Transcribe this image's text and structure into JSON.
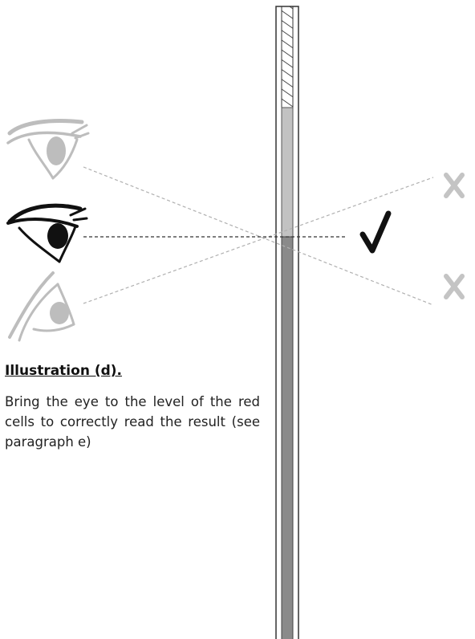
{
  "caption": {
    "title": "Illustration (d).",
    "body": "Bring the eye to the level of the red cells to correctly read the result (see paragraph e)"
  },
  "colors": {
    "eye_correct": "#111111",
    "eye_incorrect": "#bdbdbd",
    "mark_correct": "#111111",
    "mark_incorrect": "#c4c4c4",
    "red_cell_column": "#8a8a8a",
    "plasma_column": "#c2c2c2",
    "sight_line_correct": "#333333",
    "sight_line_incorrect": "#b0b0b0"
  },
  "viewpoints": [
    {
      "position": "above",
      "result": "incorrect",
      "icon": "eye-icon"
    },
    {
      "position": "level",
      "result": "correct",
      "icon": "eye-icon"
    },
    {
      "position": "below",
      "result": "incorrect",
      "icon": "eye-icon"
    }
  ]
}
